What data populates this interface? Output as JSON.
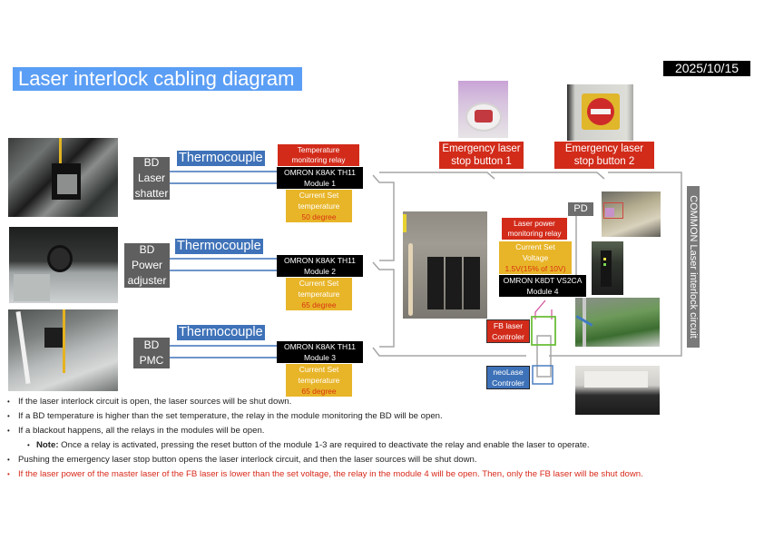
{
  "title": "Laser interlock cabling diagram",
  "date": "2025/10/15",
  "colors": {
    "title_bg": "#5b9ef5",
    "relay_red": "#d22b1a",
    "module_black": "#000000",
    "setting_yellow": "#e8b529",
    "setting_value": "#d8350f",
    "thermocouple_blue": "#3f72b8",
    "bd_grey": "#5f5f5f",
    "neolase_blue": "#3e72b8",
    "circuit_line": "#a6a6a6",
    "fb_wire_green": "#6bbf3a",
    "relay_wire_pink": "#d24f9a",
    "note_red": "#d8291a"
  },
  "bd_units": [
    {
      "label_lines": [
        "BD",
        "Laser",
        "shatter"
      ],
      "thermocouple": "Thermocouple",
      "relay_label": [
        "Temperature",
        "monitoring  relay"
      ],
      "module": [
        "OMRON K8AK TH11",
        "Module 1"
      ],
      "setting": [
        "Current Set",
        "temperature"
      ],
      "setting_value": "50 degree",
      "photo": "bd-laser-shatter-photo"
    },
    {
      "label_lines": [
        "BD",
        "Power",
        "adjuster"
      ],
      "thermocouple": "Thermocouple",
      "module": [
        "OMRON K8AK TH11",
        "Module 2"
      ],
      "setting": [
        "Current Set",
        "temperature"
      ],
      "setting_value": "65 degree",
      "photo": "bd-power-adjuster-photo"
    },
    {
      "label_lines": [
        "BD",
        "PMC"
      ],
      "thermocouple": "Thermocouple",
      "module": [
        "OMRON K8AK TH11",
        "Module 3"
      ],
      "setting": [
        "Current Set",
        "temperature"
      ],
      "setting_value": "65 degree",
      "photo": "bd-pmc-photo"
    }
  ],
  "emergency_buttons": [
    {
      "label": [
        "Emergency laser",
        "stop button 1"
      ]
    },
    {
      "label": [
        "Emergency laser",
        "stop button 2"
      ]
    }
  ],
  "module4": {
    "relay_label": [
      "Laser power",
      "monitoring  relay"
    ],
    "setting": [
      "Current Set",
      "Voltage"
    ],
    "setting_value": "1.5V(15% of 10V)",
    "module": [
      "OMRON K8DT VS2CA",
      "Module 4"
    ],
    "pd_label": "PD"
  },
  "controllers": {
    "fb": [
      "FB laser",
      "Controler"
    ],
    "neolase": [
      "neoLase",
      "Controler"
    ]
  },
  "common_circuit_label": "COMMON Laser interlock circuit",
  "notes": [
    {
      "text": "If the laser interlock circuit is open, the laser sources will be shut down.",
      "level": 1,
      "color": "default"
    },
    {
      "text": "If a BD temperature is higher than the set temperature, the relay in the module monitoring the BD will be open.",
      "level": 1,
      "color": "default"
    },
    {
      "text": "If a blackout happens, all the relays in the modules will be open.",
      "level": 1,
      "color": "default"
    },
    {
      "bold": "Note:",
      "text": " Once a relay is activated, pressing the reset button of the module 1-3 are required to deactivate the relay and enable the laser to operate.",
      "level": 2,
      "color": "default"
    },
    {
      "text": "Pushing the emergency laser stop button opens the laser interlock circuit, and then the laser sources will be shut down.",
      "level": 1,
      "color": "default"
    },
    {
      "text": "If the laser power of the master laser of the FB laser is lower than the set voltage, the relay in the module 4 will be open. Then, only the FB laser will be shut down.",
      "level": 1,
      "color": "red"
    }
  ]
}
